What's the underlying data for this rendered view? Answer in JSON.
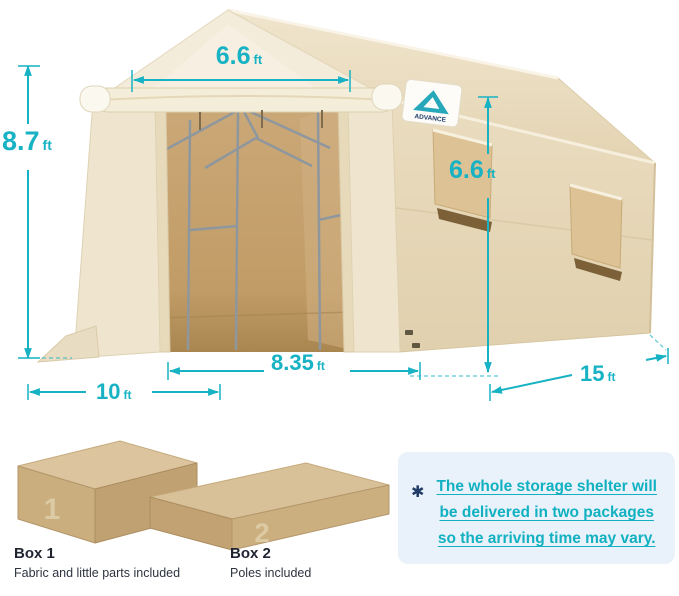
{
  "colors": {
    "accent": "#17b2c3",
    "navy": "#223c68",
    "note_bg": "#e9f2fa",
    "tent_beige": "#efe5cf"
  },
  "diagram": {
    "brand": "ADVANCE",
    "dimensions": {
      "height": {
        "value": "8.7",
        "unit": "ft"
      },
      "top_width": {
        "value": "6.6",
        "unit": "ft"
      },
      "door_height": {
        "value": "6.6",
        "unit": "ft"
      },
      "inner_width": {
        "value": "8.35",
        "unit": "ft"
      },
      "front_width": {
        "value": "10",
        "unit": "ft"
      },
      "depth": {
        "value": "15",
        "unit": "ft"
      }
    }
  },
  "packages": {
    "boxes": [
      {
        "number": "1",
        "title": "Box 1",
        "description": "Fabric and little parts included"
      },
      {
        "number": "2",
        "title": "Box 2",
        "description": "Poles included"
      }
    ],
    "note": {
      "marker": "✱",
      "lines": [
        "The whole storage shelter will",
        "be delivered in two packages",
        "so the arriving time may vary."
      ]
    }
  }
}
